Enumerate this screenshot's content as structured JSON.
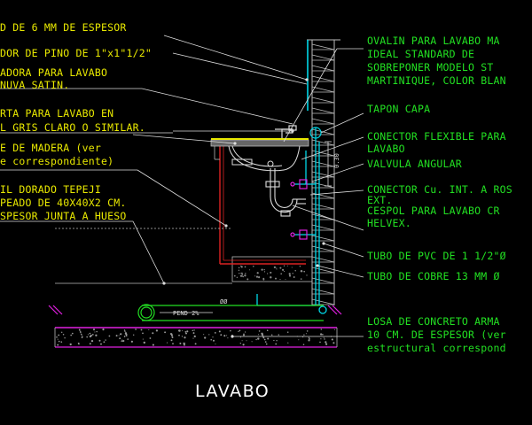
{
  "left_notes": {
    "n1": "D DE 6 MM DE ESPESOR",
    "n2": "DOR DE PINO DE 1\"x1\"1/2\"",
    "n3a": "ADORA PARA LAVABO",
    "n3b": "NUVA SATIN.",
    "n4a": "RTA PARA LAVABO EN",
    "n4b": "L GRIS CLARO O SIMILAR.",
    "n5a": "E DE MADERA (ver",
    "n5b": "e correspondiente)",
    "n6a": "IL DORADO TEPEJI",
    "n6b": "PEADO DE 40X40X2 CM.",
    "n6c": "SPESOR JUNTA A HUESO"
  },
  "right_notes": {
    "ovalin1": "OVALIN PARA LAVABO MA",
    "ovalin2": "IDEAL STANDARD DE",
    "ovalin3": "SOBREPONER MODELO ST",
    "ovalin4": "MARTINIQUE, COLOR BLAN",
    "tapon": "TAPON CAPA",
    "conector1": "CONECTOR FLEXIBLE PARA",
    "conector2": "LAVABO",
    "valvula": "VALVULA ANGULAR",
    "conector_cu": "CONECTOR Cu. INT. A ROS",
    "ext": "EXT.",
    "cespol1": "CESPOL PARA LAVABO CR",
    "cespol2": "HELVEX.",
    "pvc": "TUBO DE PVC DE 1 1/2\"Ø",
    "cobre": "TUBO DE COBRE 13 MM Ø",
    "losa1": "LOSA DE CONCRETO ARMA",
    "losa2": "10 CM. DE ESPESOR (ver",
    "losa3": "estructural correspond"
  },
  "annotations": {
    "dim": "0.30",
    "pend": "PEND 2%",
    "phi": "ØØ"
  },
  "title": "LAVABO",
  "colors": {
    "background": "#000000",
    "note_left": "#e8e800",
    "note_right": "#22e022",
    "pipe": "#00d8e8",
    "title": "#ffffff",
    "slab": "#e020e0"
  }
}
